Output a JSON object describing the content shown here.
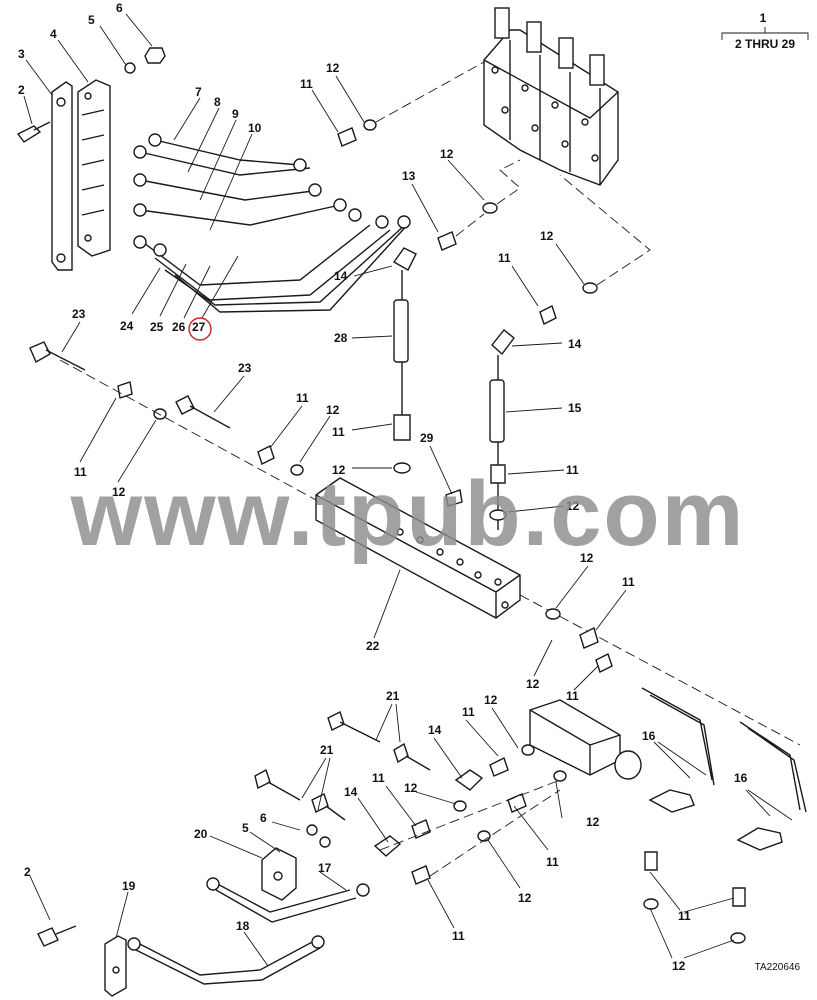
{
  "figure_id": "TA220646",
  "watermark": "www.tpub.com",
  "key": {
    "item": "1",
    "range": "2 THRU 29"
  },
  "highlight_color": "#cc2222",
  "labels": [
    {
      "id": "l1",
      "text": "2"
    },
    {
      "id": "l2",
      "text": "3"
    },
    {
      "id": "l3",
      "text": "4"
    },
    {
      "id": "l4",
      "text": "5"
    },
    {
      "id": "l5",
      "text": "6"
    },
    {
      "id": "l6",
      "text": "7"
    },
    {
      "id": "l7",
      "text": "8"
    },
    {
      "id": "l8",
      "text": "9"
    },
    {
      "id": "l9",
      "text": "10"
    },
    {
      "id": "l10",
      "text": "11"
    },
    {
      "id": "l11",
      "text": "12"
    },
    {
      "id": "l12",
      "text": "12"
    },
    {
      "id": "l13",
      "text": "13"
    },
    {
      "id": "l14",
      "text": "12"
    },
    {
      "id": "l15",
      "text": "11"
    },
    {
      "id": "l16",
      "text": "14"
    },
    {
      "id": "l17",
      "text": "14"
    },
    {
      "id": "l18",
      "text": "28"
    },
    {
      "id": "l19",
      "text": "15"
    },
    {
      "id": "l20",
      "text": "24"
    },
    {
      "id": "l21",
      "text": "25"
    },
    {
      "id": "l22",
      "text": "26"
    },
    {
      "id": "l23",
      "text": "27",
      "highlight": true
    },
    {
      "id": "l24",
      "text": "23"
    },
    {
      "id": "l25",
      "text": "23"
    },
    {
      "id": "l26",
      "text": "11"
    },
    {
      "id": "l27",
      "text": "12"
    },
    {
      "id": "l28",
      "text": "11"
    },
    {
      "id": "l29",
      "text": "12"
    },
    {
      "id": "l30",
      "text": "11"
    },
    {
      "id": "l31",
      "text": "12"
    },
    {
      "id": "l32",
      "text": "29"
    },
    {
      "id": "l33",
      "text": "11"
    },
    {
      "id": "l34",
      "text": "12"
    },
    {
      "id": "l35",
      "text": "22"
    },
    {
      "id": "l36",
      "text": "12"
    },
    {
      "id": "l37",
      "text": "11"
    },
    {
      "id": "l38",
      "text": "12"
    },
    {
      "id": "l39",
      "text": "11"
    },
    {
      "id": "l40",
      "text": "21"
    },
    {
      "id": "l41",
      "text": "12"
    },
    {
      "id": "l42",
      "text": "11"
    },
    {
      "id": "l43",
      "text": "14"
    },
    {
      "id": "l44",
      "text": "21"
    },
    {
      "id": "l45",
      "text": "16"
    },
    {
      "id": "l46",
      "text": "16"
    },
    {
      "id": "l47",
      "text": "11"
    },
    {
      "id": "l48",
      "text": "14"
    },
    {
      "id": "l49",
      "text": "12"
    },
    {
      "id": "l50",
      "text": "12"
    },
    {
      "id": "l51",
      "text": "11"
    },
    {
      "id": "l52",
      "text": "20"
    },
    {
      "id": "l53",
      "text": "5"
    },
    {
      "id": "l54",
      "text": "6"
    },
    {
      "id": "l55",
      "text": "17"
    },
    {
      "id": "l56",
      "text": "12"
    },
    {
      "id": "l57",
      "text": "2"
    },
    {
      "id": "l58",
      "text": "19"
    },
    {
      "id": "l59",
      "text": "18"
    },
    {
      "id": "l60",
      "text": "11"
    },
    {
      "id": "l61",
      "text": "11"
    },
    {
      "id": "l62",
      "text": "12"
    }
  ]
}
